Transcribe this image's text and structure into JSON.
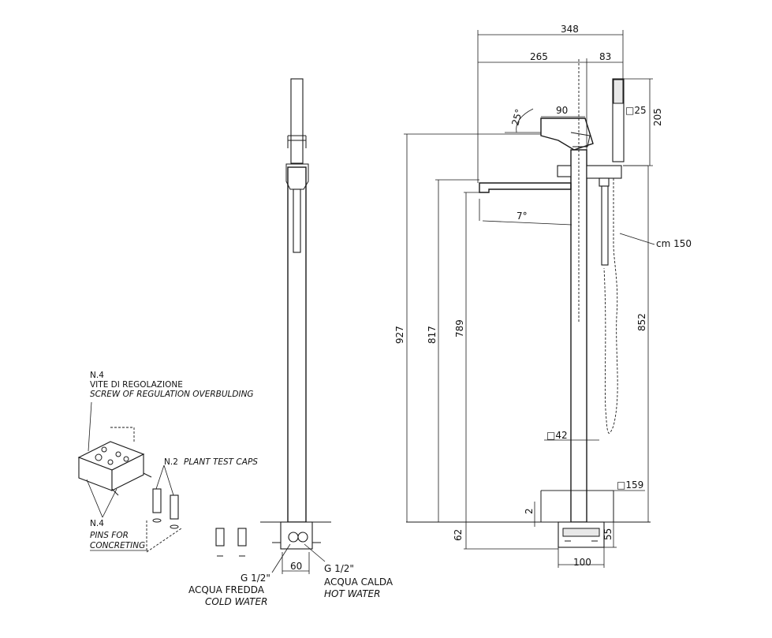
{
  "drawing": {
    "dimensions": {
      "overall_width": "348",
      "spout_reach": "265",
      "handshower_offset": "83",
      "lever_length": "90",
      "lever_angle": "25°",
      "spout_angle": "7°",
      "handshower_square": "□25",
      "handshower_height": "205",
      "hose_length": "cm 150",
      "height_927": "927",
      "height_817": "817",
      "height_789": "789",
      "height_852": "852",
      "column_square": "□42",
      "base_square": "□159",
      "gap_2": "2",
      "base_depth_62": "62",
      "base_height_55": "55",
      "base_width_100": "100",
      "inlet_spacing_60": "60"
    },
    "inlets": {
      "cold": {
        "thread": "G 1/2\"",
        "label_it": "ACQUA FREDDA",
        "label_en": "COLD WATER"
      },
      "hot": {
        "thread": "G 1/2\"",
        "label_it": "ACQUA CALDA",
        "label_en": "HOT WATER"
      }
    },
    "detail": {
      "screws_qty": "N.4",
      "screws_it": "VITE DI REGOLAZIONE",
      "screws_en": "SCREW OF REGULATION OVERBULDING",
      "caps_qty": "N.2",
      "caps_en": "PLANT TEST CAPS",
      "pins_qty": "N.4",
      "pins_en_1": "PINS FOR",
      "pins_en_2": "CONCRETING"
    }
  }
}
